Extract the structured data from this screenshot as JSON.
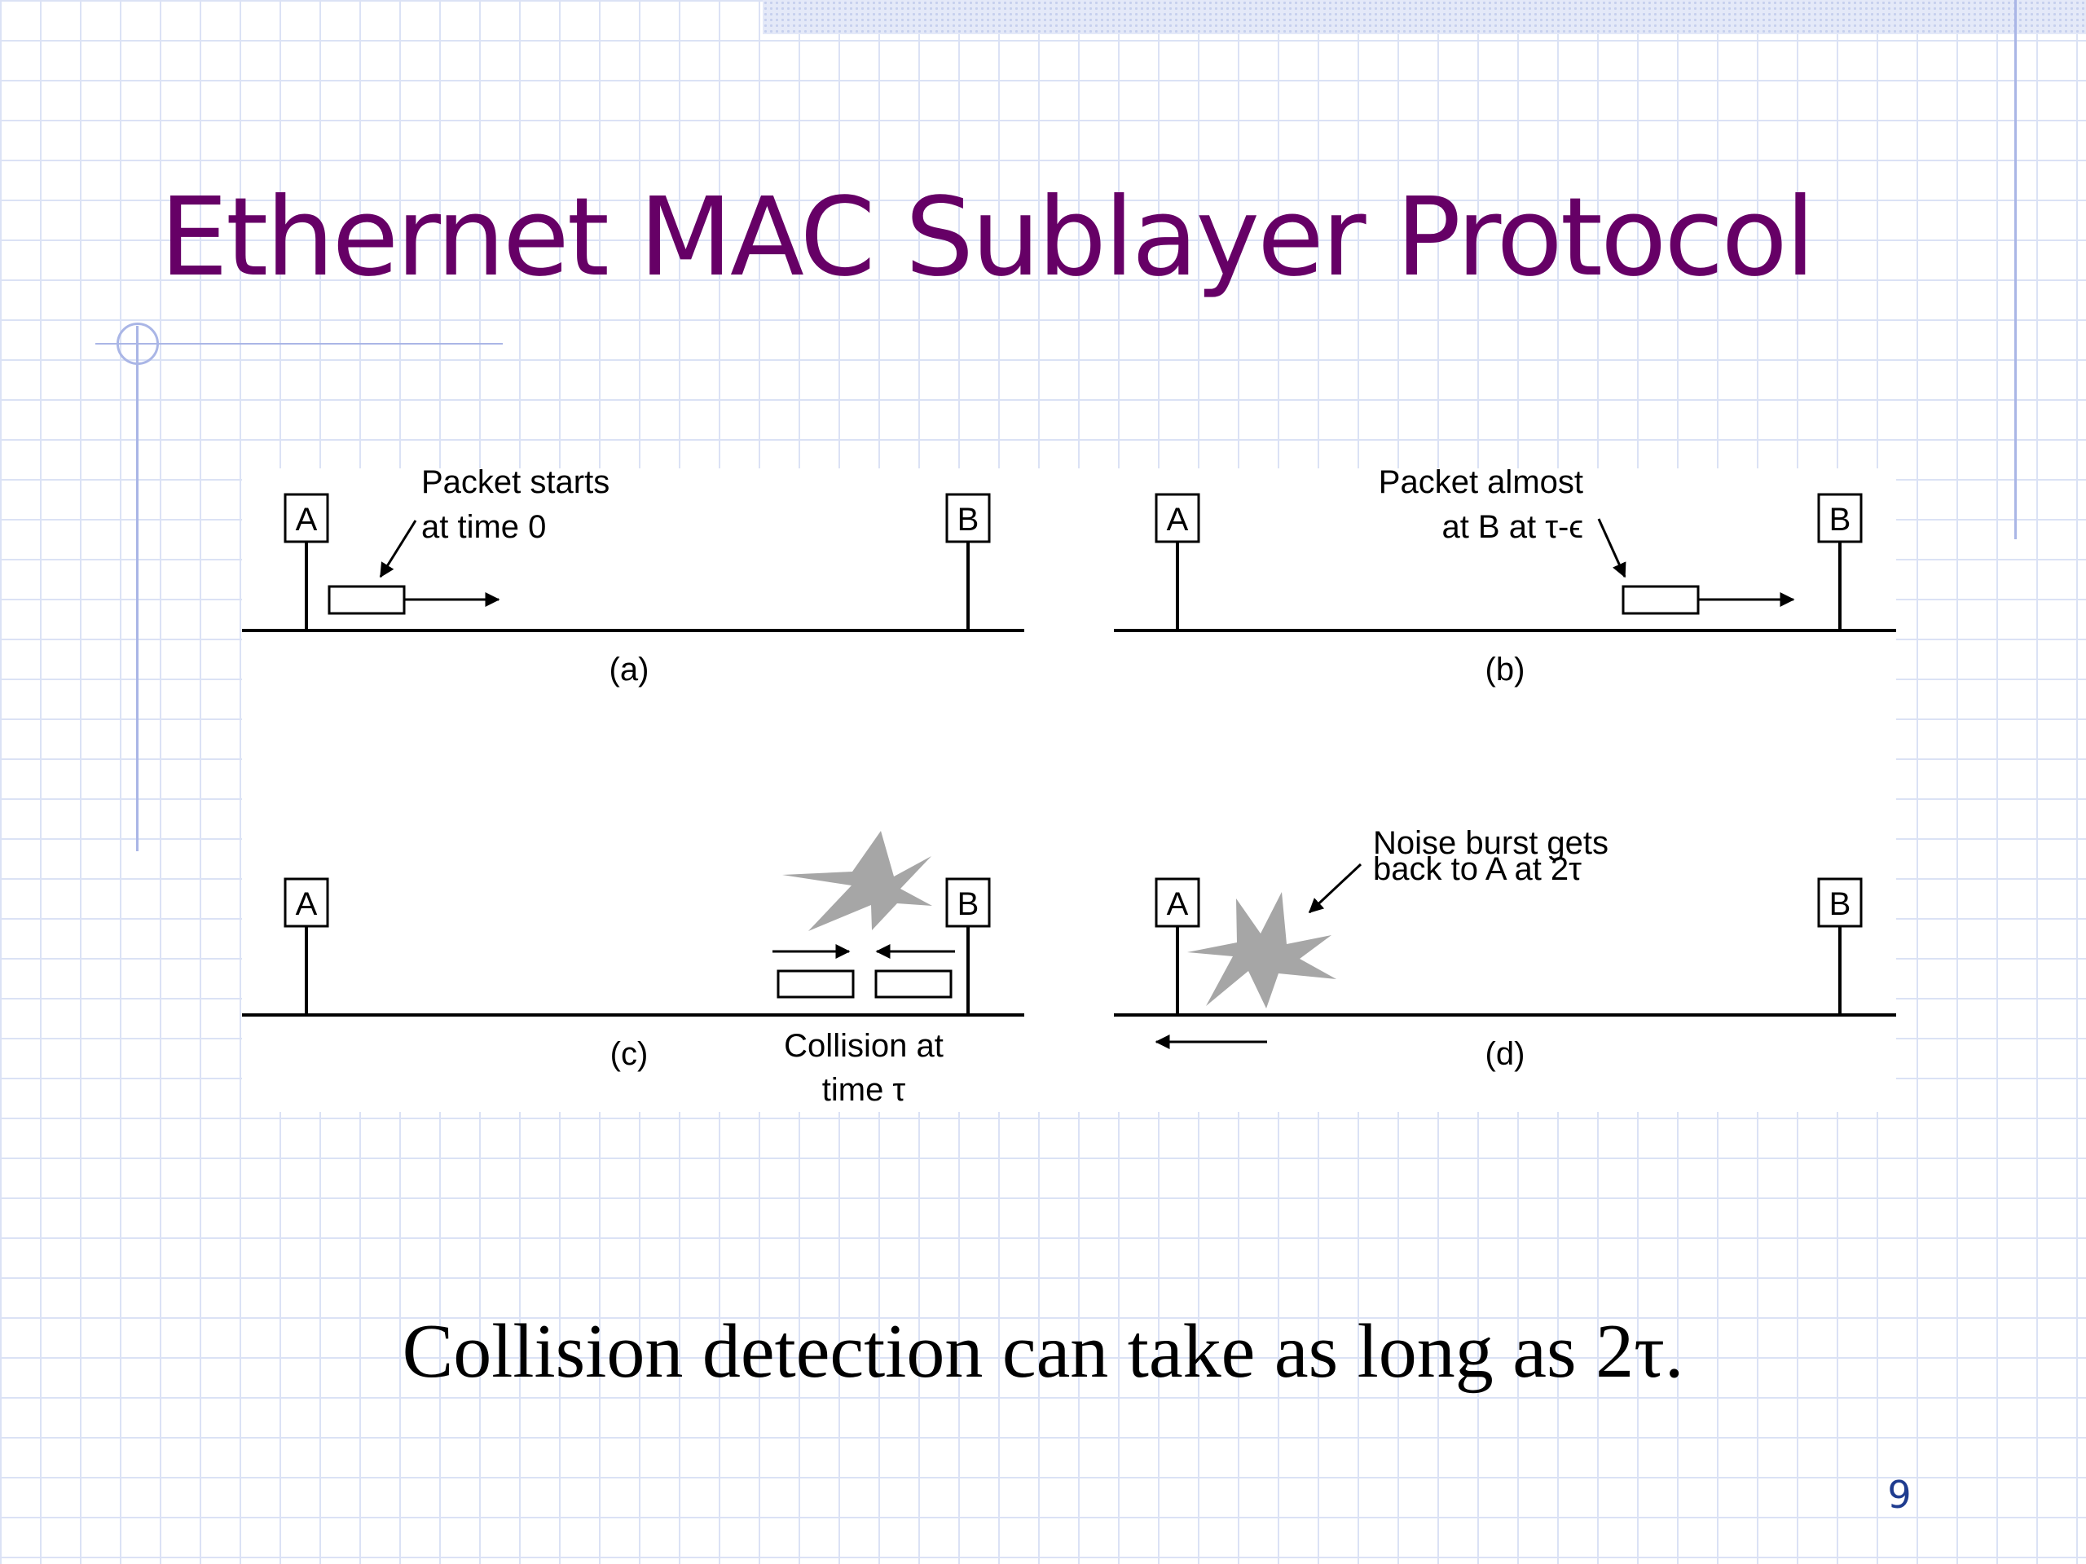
{
  "slide": {
    "title": "Ethernet MAC Sublayer Protocol",
    "caption": "Collision detection can take as long as 2τ.",
    "page_number": "9"
  },
  "diagram": {
    "station_a": "A",
    "station_b": "B",
    "panels": [
      {
        "label": "(a)",
        "annotation": [
          "Packet starts",
          "at time 0"
        ]
      },
      {
        "label": "(b)",
        "annotation": [
          "Packet almost",
          "at B at τ-ϵ"
        ]
      },
      {
        "label": "(c)",
        "annotation": [
          "Collision at",
          "time τ"
        ]
      },
      {
        "label": "(d)",
        "annotation": [
          "Noise burst gets",
          "back to A  at 2τ"
        ]
      }
    ]
  },
  "colors": {
    "title": "#660066",
    "page_number": "#1f3c8f",
    "grid": "#dbe2f5",
    "rules": "#aab6e6",
    "noise_burst": "#a6a6a6"
  }
}
